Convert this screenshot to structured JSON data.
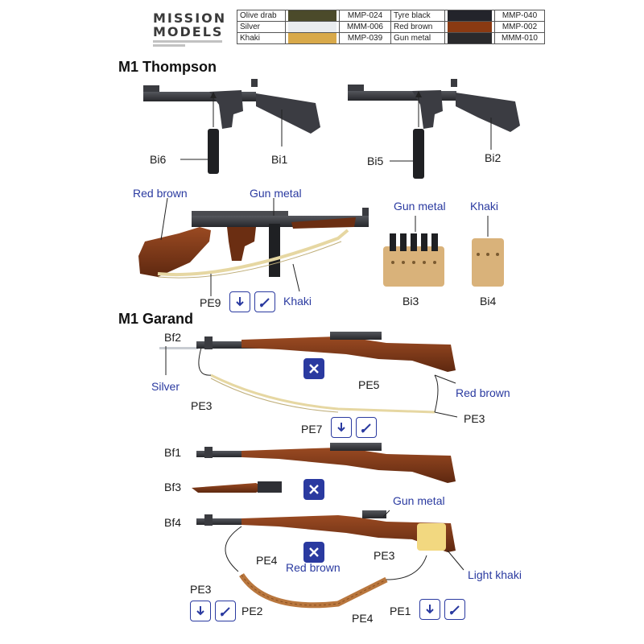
{
  "brand": {
    "line1": "MISSION",
    "line2": "MODELS"
  },
  "paint_key": [
    {
      "name": "Olive drab",
      "color": "#4b4a2a",
      "code": "MMP-024",
      "name2": "Tyre black",
      "color2": "#23242b",
      "code2": "MMP-040"
    },
    {
      "name": "Silver",
      "color": "#e9ecef",
      "code": "MMM-006",
      "name2": "Red brown",
      "color2": "#8a3a12",
      "code2": "MMP-002"
    },
    {
      "name": "Khaki",
      "color": "#d8a94a",
      "code": "MMP-039",
      "name2": "Gun metal",
      "color2": "#2a2a2c",
      "code2": "MMM-010"
    }
  ],
  "sections": {
    "thompson": "M1 Thompson",
    "garand": "M1 Garand"
  },
  "labels": {
    "bi6": "Bi6",
    "bi1": "Bi1",
    "bi5": "Bi5",
    "bi2": "Bi2",
    "red_brown_1": "Red brown",
    "gun_metal_1": "Gun metal",
    "gun_metal_2": "Gun metal",
    "khaki_1": "Khaki",
    "pe9": "PE9",
    "khaki_2": "Khaki",
    "bi3": "Bi3",
    "bi4": "Bi4",
    "bf2": "Bf2",
    "silver": "Silver",
    "pe3_a": "PE3",
    "pe5": "PE5",
    "red_brown_2": "Red brown",
    "pe7": "PE7",
    "pe3_b": "PE3",
    "bf1": "Bf1",
    "bf3": "Bf3",
    "bf4": "Bf4",
    "gun_metal_3": "Gun metal",
    "pe4_a": "PE4",
    "red_brown_3": "Red brown",
    "pe3_c": "PE3",
    "light_khaki": "Light khaki",
    "pe3_d": "PE3",
    "pe2": "PE2",
    "pe4_b": "PE4",
    "pe1": "PE1"
  },
  "colors": {
    "gunmetal": "#2f3035",
    "wood": "#7a3416",
    "khaki": "#d9b27a",
    "olive": "#6e6a3e",
    "sling": "#e6d7a2",
    "accent": "#2a3aa0"
  }
}
